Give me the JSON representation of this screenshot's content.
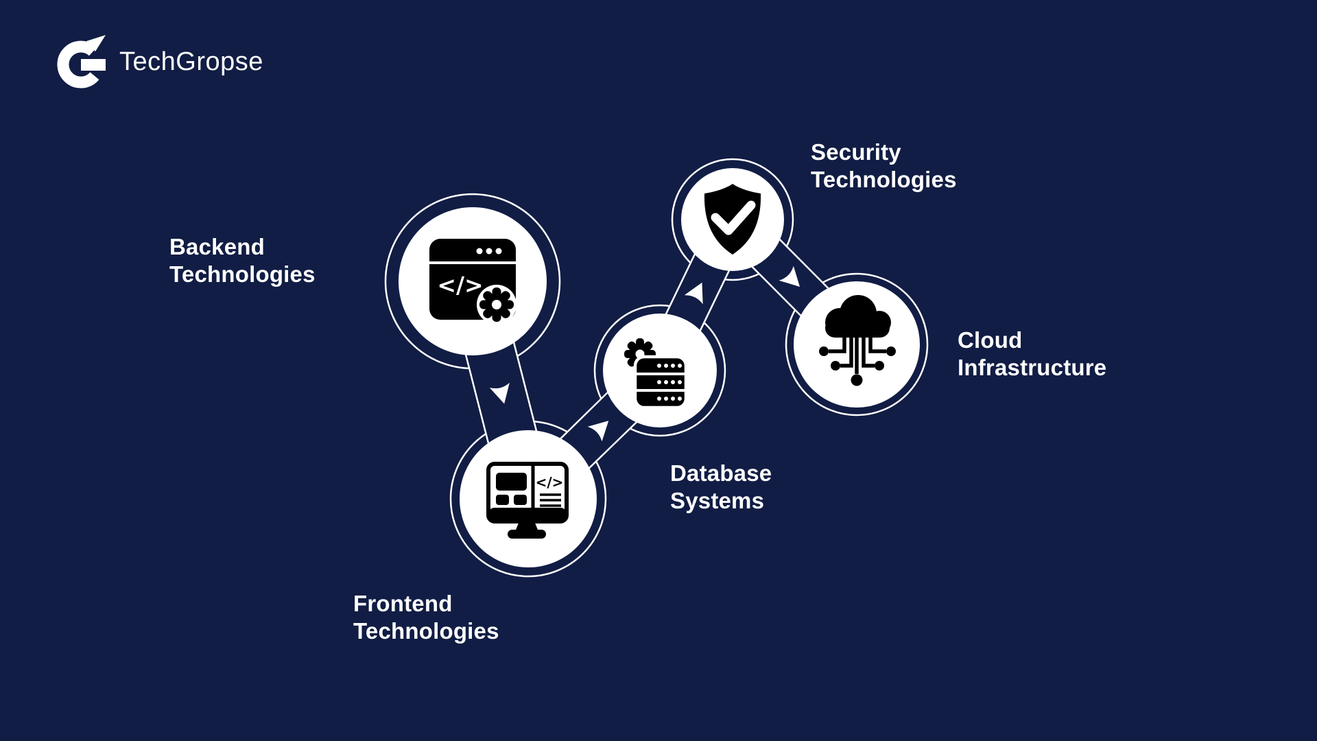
{
  "logo": {
    "brand": "TechGropse",
    "icon": "techgropse-g-logo"
  },
  "diagram": {
    "type": "process-flow-infographic",
    "nodes": [
      {
        "label": "Backend Technologies",
        "icon": "browser-code-gear-icon"
      },
      {
        "label": "Frontend Technologies",
        "icon": "monitor-layout-code-icon"
      },
      {
        "label": "Database Systems",
        "icon": "server-gear-icon"
      },
      {
        "label": "Security Technologies",
        "icon": "shield-check-icon"
      },
      {
        "label": "Cloud Infrastructure",
        "icon": "cloud-circuit-icon"
      }
    ],
    "connections": [
      {
        "from": "Backend Technologies",
        "to": "Frontend Technologies"
      },
      {
        "from": "Frontend Technologies",
        "to": "Database Systems"
      },
      {
        "from": "Database Systems",
        "to": "Security Technologies"
      },
      {
        "from": "Security Technologies",
        "to": "Cloud Infrastructure"
      }
    ],
    "code_glyph": "</>"
  },
  "colors": {
    "background": "#111D44",
    "node_fill": "#FFFFFF",
    "outline": "#FFFFFF",
    "icon": "#000000",
    "text": "#FFFFFF"
  }
}
